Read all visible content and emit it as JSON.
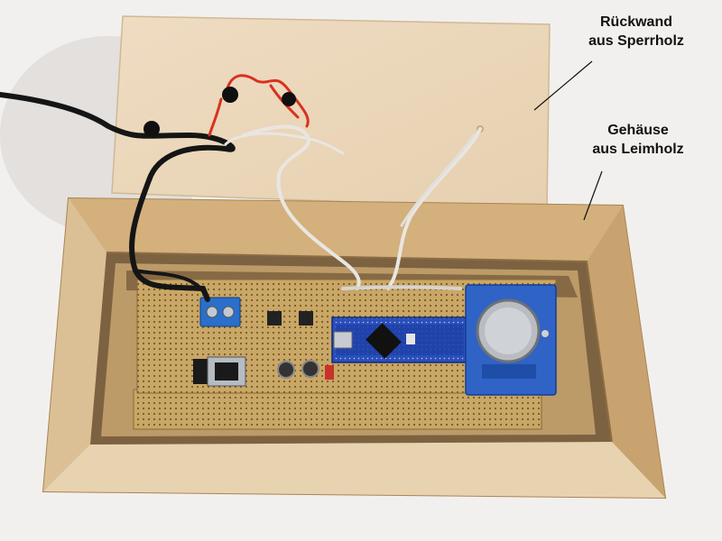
{
  "photo": {
    "subject": "Elektronikmodul in Holzgehäuse",
    "colors": {
      "background": "#f2f0ee",
      "plywood": "#ecd9bd",
      "glued_wood": "#d9bd94",
      "pcb": "#c9a766",
      "arduino": "#1f3fa8",
      "rtc_module": "#2f63c6",
      "terminal_block": "#2a6fc9",
      "cable_black": "#151515",
      "wire_red": "#d8321f",
      "wire_white": "#e9e6e1"
    }
  },
  "annotations": {
    "rueckwand": [
      "Rückwand",
      "aus Sperrholz"
    ],
    "gehaeuse": [
      "Gehäuse",
      "aus Leimholz"
    ]
  }
}
